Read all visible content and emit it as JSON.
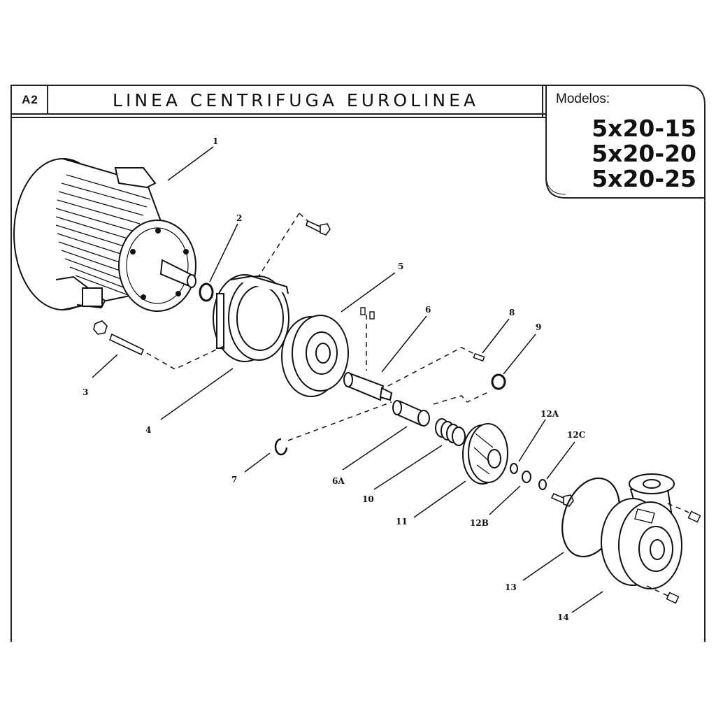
{
  "header": {
    "code": "A2",
    "title": "LINEA  CENTRIFUGA  EUROLINEA",
    "models_label": "Modelos:",
    "models": [
      "5x20-15",
      "5x20-20",
      "5x20-25"
    ]
  },
  "callouts": [
    "1",
    "2",
    "3",
    "4",
    "5",
    "6",
    "6A",
    "7",
    "8",
    "9",
    "10",
    "11",
    "12A",
    "12B",
    "12C",
    "13",
    "14"
  ]
}
